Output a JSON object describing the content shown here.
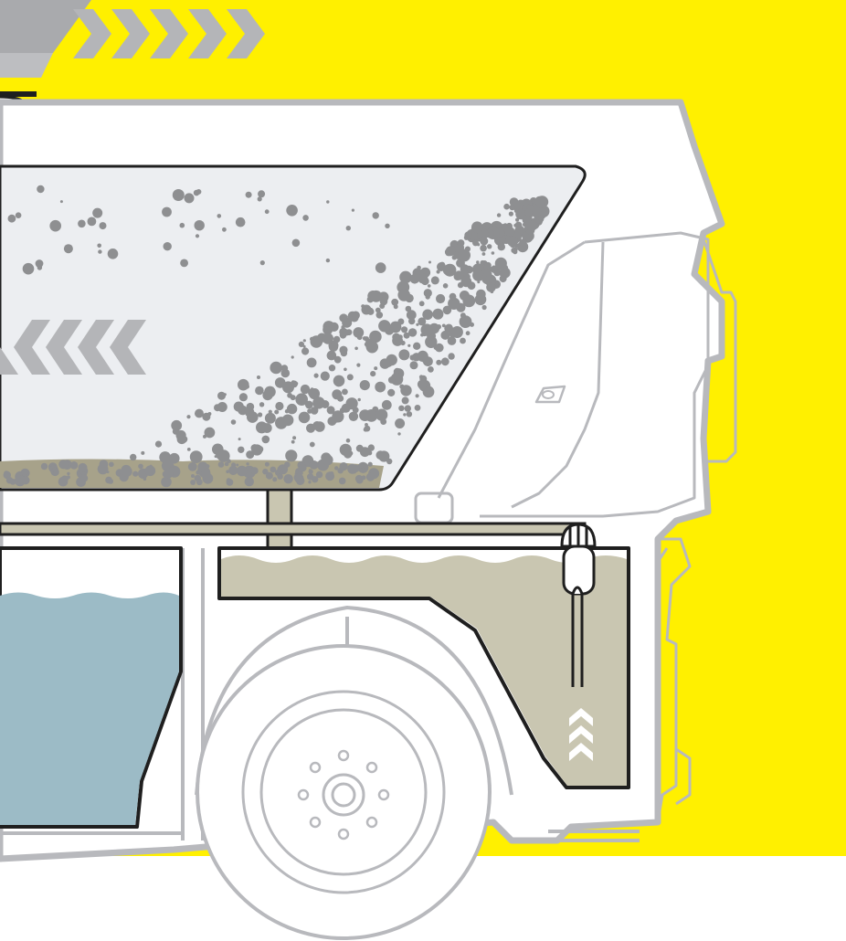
{
  "colors": {
    "background_accent": "#fff000",
    "page_background": "#ffffff",
    "vehicle_outline": "#b8b9bd",
    "tank_outline": "#1f1f1f",
    "hopper_fill": "#eceef1",
    "debris_particles": "#8e8f91",
    "sediment_fill": "#a7a28a",
    "clean_water_fill": "#9cbbc6",
    "waste_water_fill": "#c9c6b1",
    "arrow_gray": "#b4b5b8",
    "arrow_white": "#ffffff"
  },
  "diagram": {
    "subject": "street-sweeper-cutaway",
    "components": [
      "debris-hopper",
      "clean-water-tank",
      "waste-water-tank",
      "rear-wheel",
      "water-transfer-pipe",
      "recirculation-pump"
    ],
    "flow_arrows": [
      {
        "name": "intake-flow-arrows",
        "count": 5,
        "direction": "right",
        "color": "gray"
      },
      {
        "name": "hopper-flow-arrows",
        "count": 5,
        "direction": "left",
        "color": "gray"
      },
      {
        "name": "recirculation-arrows",
        "count": 3,
        "direction": "up",
        "color": "white"
      }
    ]
  }
}
